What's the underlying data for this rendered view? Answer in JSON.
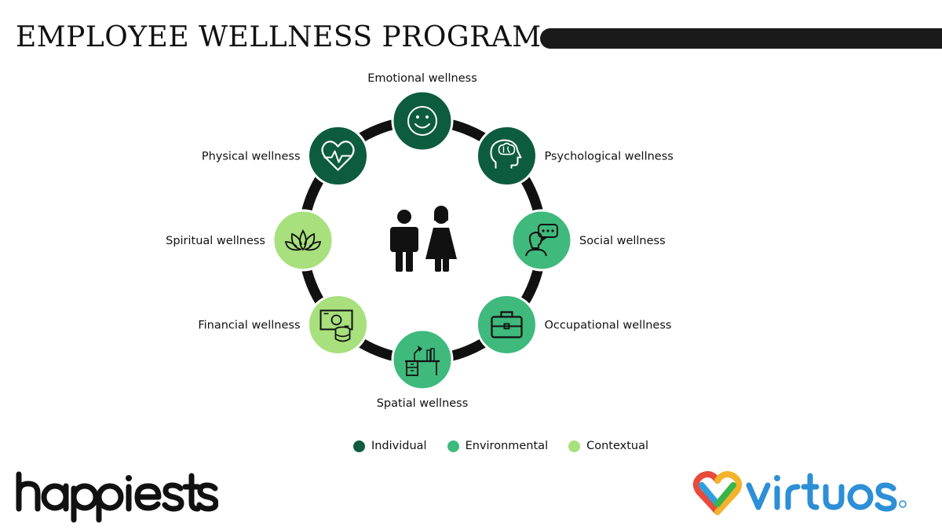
{
  "header": {
    "title": "EMPLOYEE WELLNESS PROGRAM"
  },
  "colors": {
    "individual": "#0d5c3f",
    "environmental": "#3fb97c",
    "contextual": "#a8e07d",
    "ring": "#111111",
    "text": "#111111"
  },
  "wheel": {
    "center_icon": "man-woman-icon",
    "nodes": [
      {
        "label": "Emotional wellness",
        "category": "individual",
        "icon": "smiley-face-icon"
      },
      {
        "label": "Psychological wellness",
        "category": "individual",
        "icon": "brain-head-icon"
      },
      {
        "label": "Social wellness",
        "category": "environmental",
        "icon": "chat-person-icon"
      },
      {
        "label": "Occupational wellness",
        "category": "environmental",
        "icon": "briefcase-icon"
      },
      {
        "label": "Spatial wellness",
        "category": "environmental",
        "icon": "desk-icon"
      },
      {
        "label": "Financial wellness",
        "category": "contextual",
        "icon": "money-coins-icon"
      },
      {
        "label": "Spiritual wellness",
        "category": "contextual",
        "icon": "lotus-icon"
      },
      {
        "label": "Physical wellness",
        "category": "individual",
        "icon": "heart-pulse-icon"
      }
    ]
  },
  "legend": [
    {
      "label": "Individual",
      "category": "individual"
    },
    {
      "label": "Environmental",
      "category": "environmental"
    },
    {
      "label": "Contextual",
      "category": "contextual"
    }
  ],
  "logos": {
    "left": "happiests",
    "right": "virtuos"
  }
}
